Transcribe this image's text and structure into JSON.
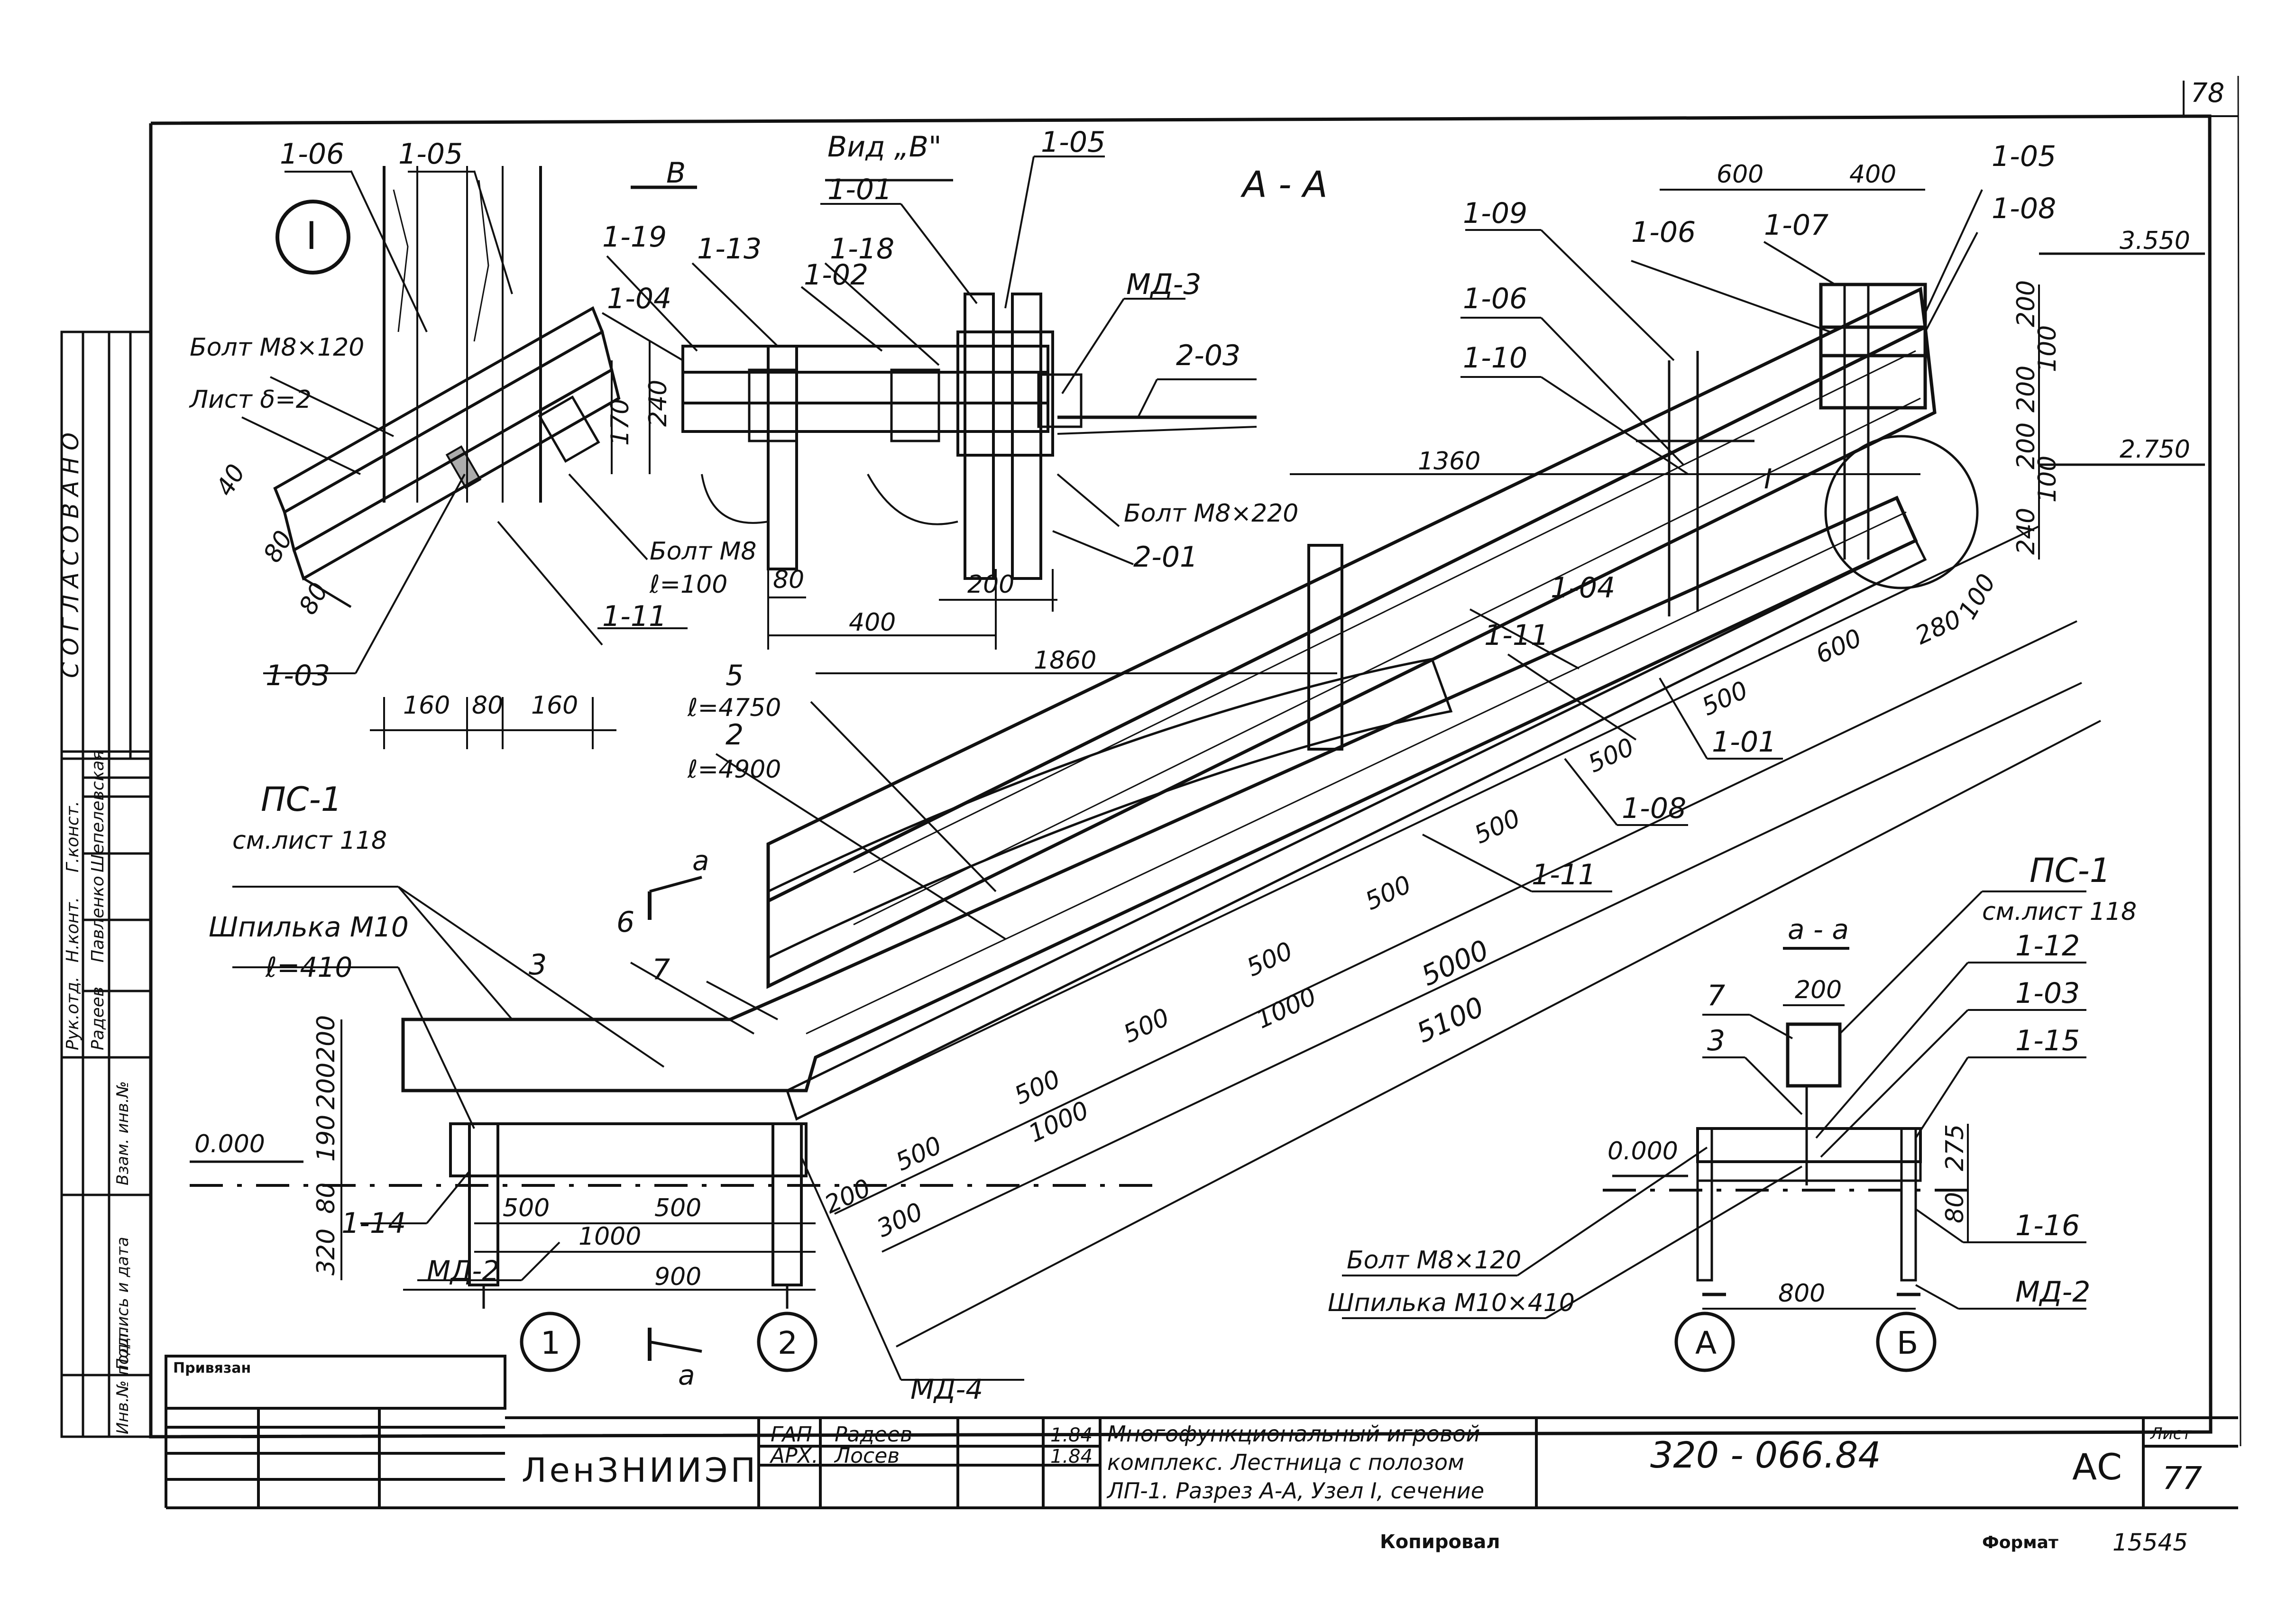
{
  "sheet": {
    "page_number_top": "78",
    "sheet_code": "320 - 066.84",
    "stage": "АС",
    "sheet_label": "Лист",
    "sheet_number": "77",
    "org": "ЛенЗНИИЭП",
    "title": [
      "Многофункциональный игровой",
      "комплекс. Лестница с полозом",
      "ЛП-1. Разрез А-А, Узел I, сечение"
    ],
    "signatures": [
      {
        "role": "ГАП",
        "name": "Радеев",
        "date": "1.84"
      },
      {
        "role": "АРХ.",
        "name": "Лосев",
        "date": "1.84"
      }
    ],
    "privyazan": "Привязан",
    "left_stamp_sogl": "СОГЛАСОВАНО",
    "left_roles": [
      {
        "role": "Рук.отд.",
        "name": "Радеев"
      },
      {
        "role": "Н.конт.",
        "name": "Павленко"
      },
      {
        "role": "Г.конст.",
        "name": "Шепелевская"
      }
    ],
    "left_stamp_fields": [
      "Инв.№ подл.",
      "Подпись и дата",
      "Взам. инв.№"
    ],
    "footer_left": "Копировал",
    "footer_right": "Формат",
    "footer_code": "15545"
  },
  "node_detail": {
    "circle_label": "I",
    "labels": [
      "1-06",
      "1-05",
      "Болт М8×120",
      "Лист δ=2",
      "Болт М8",
      "ℓ=100",
      "1-11",
      "1-03"
    ],
    "dims_vertical": [
      "170",
      "240"
    ],
    "dims_slanted": [
      "40",
      "80",
      "80"
    ],
    "dims_bottom": [
      "160",
      "80",
      "160"
    ]
  },
  "view_b": {
    "title": "Вид „В\"",
    "section_mark": "В",
    "labels": [
      "1-05",
      "1-01",
      "1-19",
      "1-13",
      "1-18",
      "1-02",
      "1-04",
      "МД-3",
      "2-03",
      "Болт М8×220",
      "2-01"
    ],
    "dims": [
      "80",
      "200",
      "400"
    ]
  },
  "section_aa": {
    "title": "А - А",
    "labels": [
      "1-05",
      "1-08",
      "1-07",
      "1-06",
      "1-09",
      "1-06",
      "1-10",
      "1-04",
      "1-11",
      "1-01",
      "1-08",
      "1-11",
      "ПС-1",
      "см.лист 118",
      "Шпилька М10",
      "ℓ=410",
      "3",
      "7",
      "6",
      "5",
      "ℓ=4750",
      "2",
      "ℓ=4900",
      "1-14",
      "МД-2",
      "МД-4",
      "I"
    ],
    "dims_top": [
      "600",
      "400"
    ],
    "levels": [
      "3.550",
      "2.750",
      "0.000"
    ],
    "dims_right": [
      "200",
      "100",
      "200",
      "200",
      "100",
      "240"
    ],
    "dims_main": [
      "1360",
      "1860",
      "280",
      "100"
    ],
    "dims_slope": [
      "600",
      "500",
      "500",
      "500",
      "500",
      "500",
      "500",
      "500",
      "500",
      "1000",
      "1000",
      "5000",
      "5100",
      "200",
      "300"
    ],
    "dims_left": [
      "200",
      "200",
      "190",
      "80",
      "320"
    ],
    "dims_bottom": [
      "500",
      "500",
      "1000",
      "900"
    ],
    "axes": [
      "1",
      "2"
    ],
    "cut_mark": "а"
  },
  "section_a_a": {
    "title": "а - а",
    "labels": [
      "ПС-1",
      "см.лист 118",
      "7",
      "3",
      "1-12",
      "1-03",
      "1-15",
      "1-16",
      "МД-2",
      "Болт М8×120",
      "Шпилька М10×410"
    ],
    "level": "0.000",
    "dims": [
      "200",
      "275",
      "80",
      "800"
    ],
    "axes": [
      "А",
      "Б"
    ]
  }
}
